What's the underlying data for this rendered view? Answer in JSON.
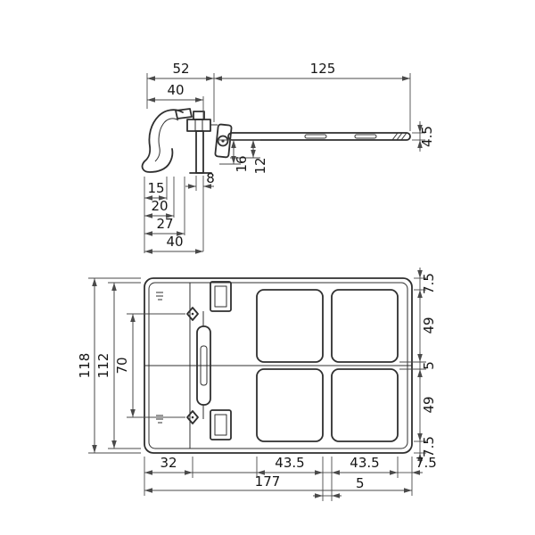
{
  "colors": {
    "line": "#2f2f2f",
    "dimension": "#4a4a4a",
    "text": "#161616",
    "background": "#ffffff"
  },
  "top_view": {
    "dims": {
      "w52": "52",
      "w125": "125",
      "w40_top": "40",
      "t4_5": "4.5",
      "h16": "16",
      "h12": "12",
      "w8": "8",
      "s15": "15",
      "s20": "20",
      "s27": "27",
      "s40": "40"
    }
  },
  "front_view": {
    "dims": {
      "h118": "118",
      "h112": "112",
      "h70": "70",
      "r7_5_top": "7.5",
      "r49_top": "49",
      "r5": "5",
      "r49_bot": "49",
      "r7_5_bot": "7.5",
      "b32": "32",
      "b43_5_left": "43.5",
      "b43_5_right": "43.5",
      "b7_5": "7.5",
      "b177": "177",
      "b5": "5"
    }
  }
}
